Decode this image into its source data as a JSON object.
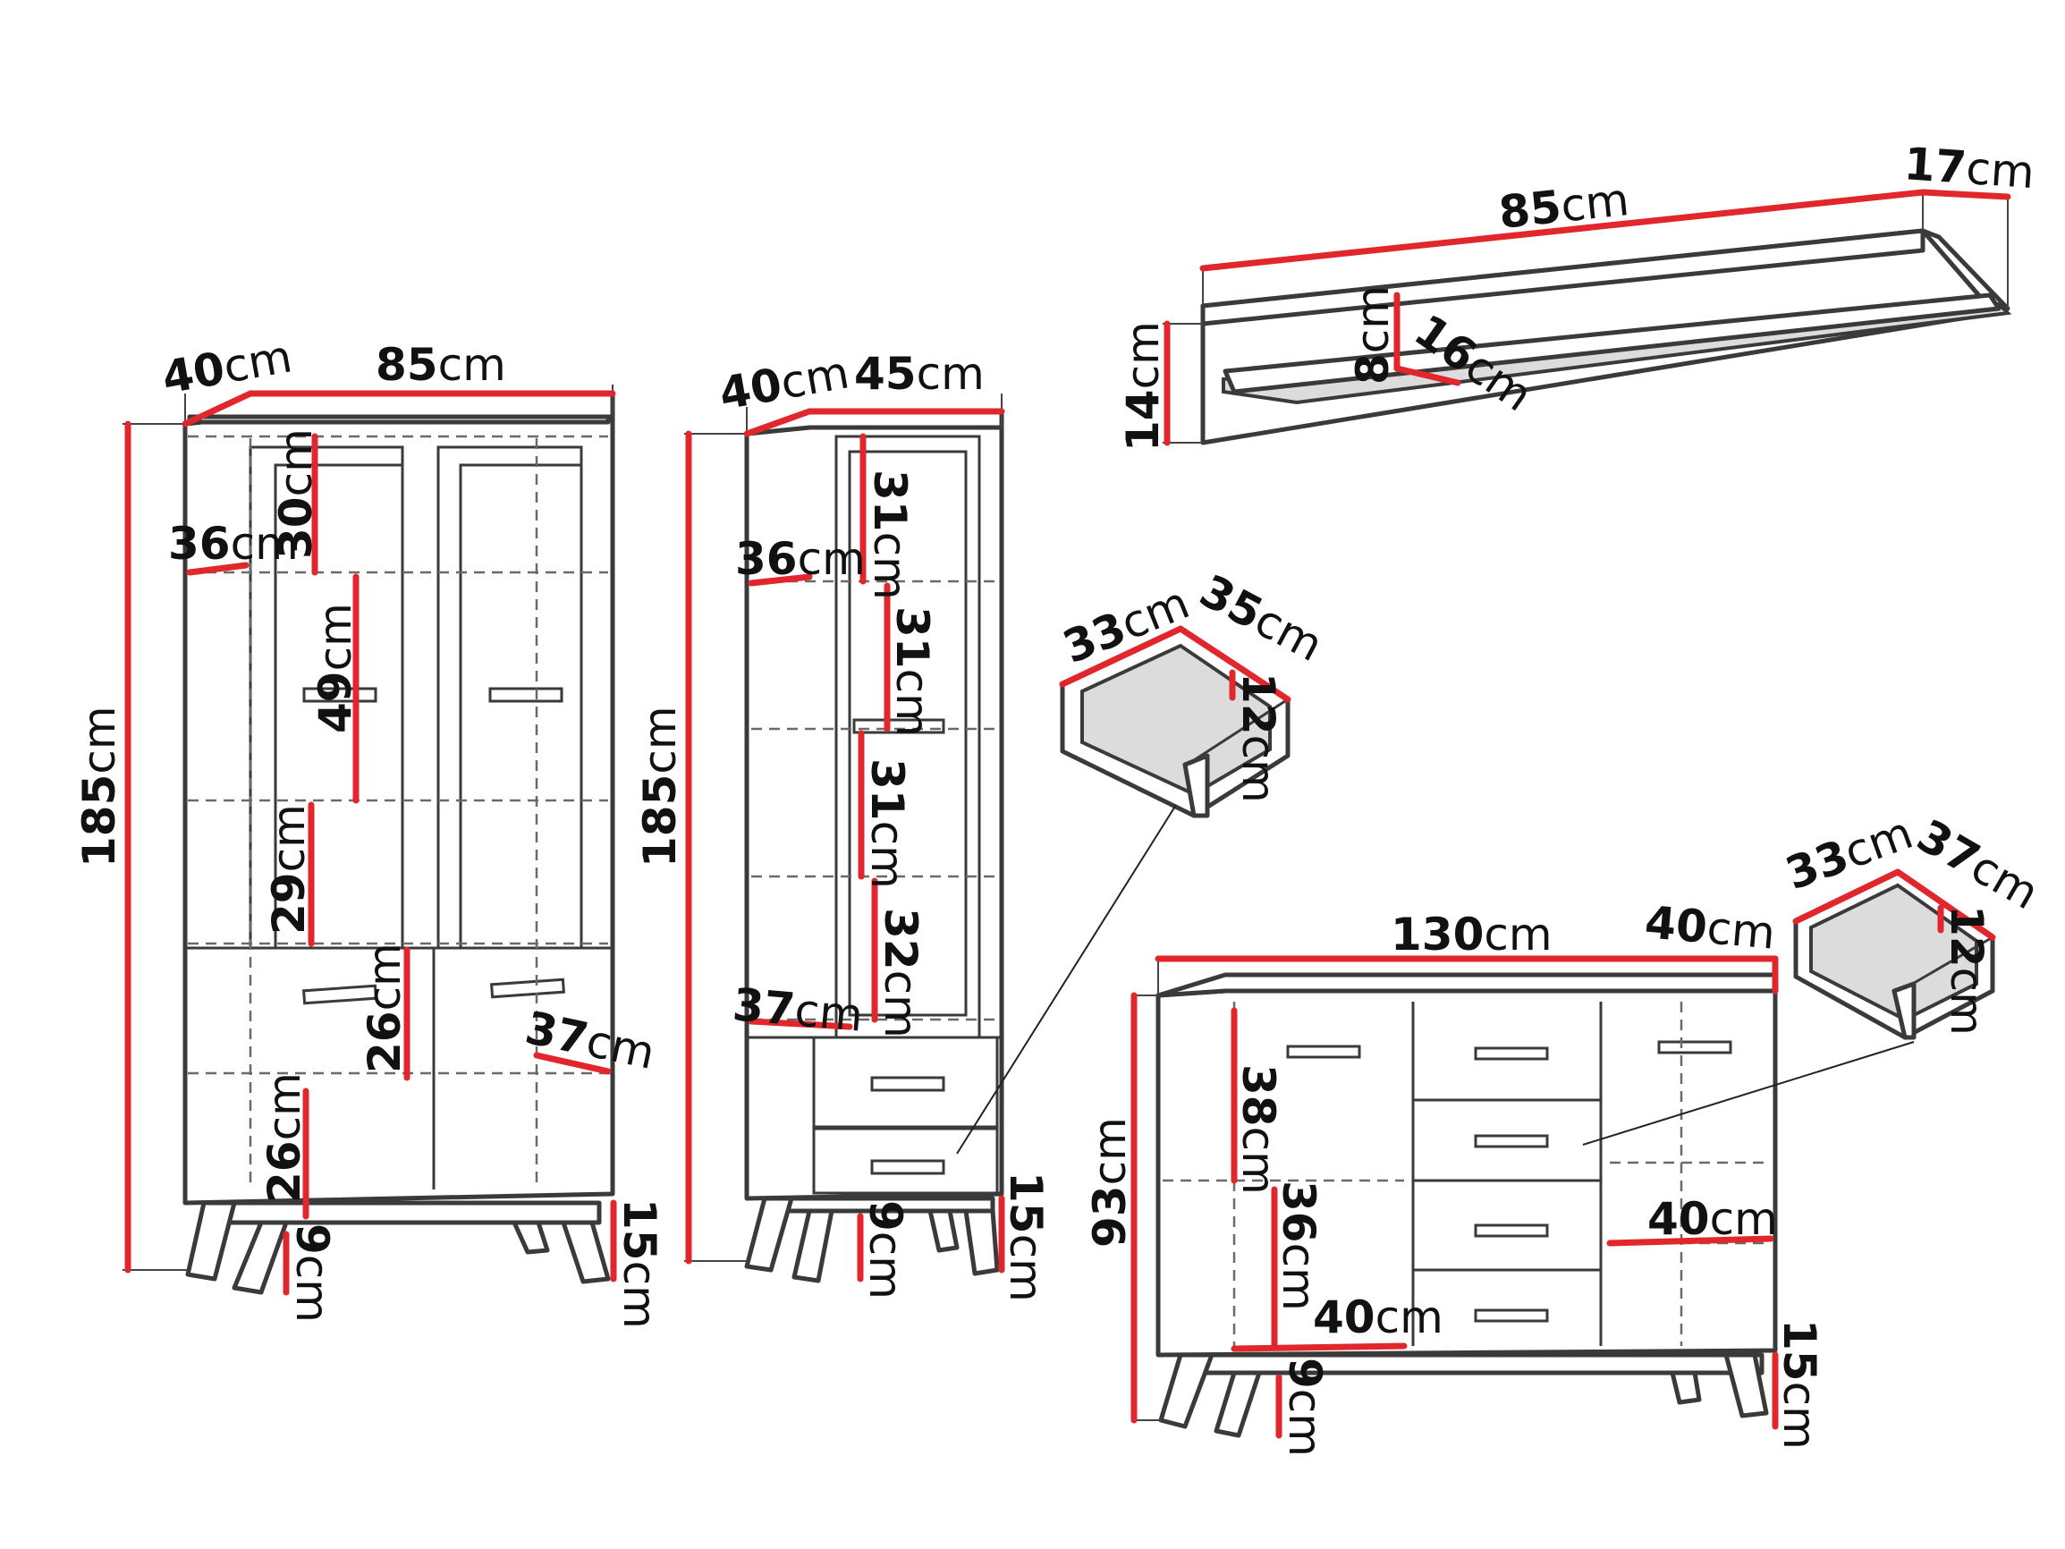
{
  "colors": {
    "dimension_line": "#e1262c",
    "outline": "#3a3a3a",
    "text": "#111111",
    "background": "#ffffff"
  },
  "unit": "cm",
  "labels": {
    "cab1_depth": "40",
    "cab1_width": "85",
    "cab1_height": "185",
    "cab1_shelf_depth": "36",
    "cab1_sec1": "30",
    "cab1_sec2": "49",
    "cab1_sec3": "29",
    "cab1_sec4": "26",
    "cab1_sec5": "26",
    "cab1_inner_depth": "37",
    "cab1_leg_clear": "9",
    "cab1_leg_height": "15",
    "cab2_depth": "40",
    "cab2_width": "45",
    "cab2_height": "185",
    "cab2_shelf_depth": "36",
    "cab2_sec1": "31",
    "cab2_sec2": "31",
    "cab2_sec3": "31",
    "cab2_sec4": "32",
    "cab2_inner_depth": "37",
    "cab2_leg_clear": "9",
    "cab2_leg_height": "15",
    "shelf_width": "85",
    "shelf_depth": "17",
    "shelf_height": "14",
    "shelf_inner_height": "8",
    "shelf_inner_depth": "16",
    "drawer1_width": "33",
    "drawer1_depth": "35",
    "drawer1_height": "12",
    "drawer2_width": "33",
    "drawer2_depth": "37",
    "drawer2_height": "12",
    "side_width": "130",
    "side_depth": "40",
    "side_height": "93",
    "side_sec1": "38",
    "side_sec2": "36",
    "side_inner_depth1": "40",
    "side_inner_depth2": "40",
    "side_leg_clear": "9",
    "side_leg_height": "15"
  }
}
